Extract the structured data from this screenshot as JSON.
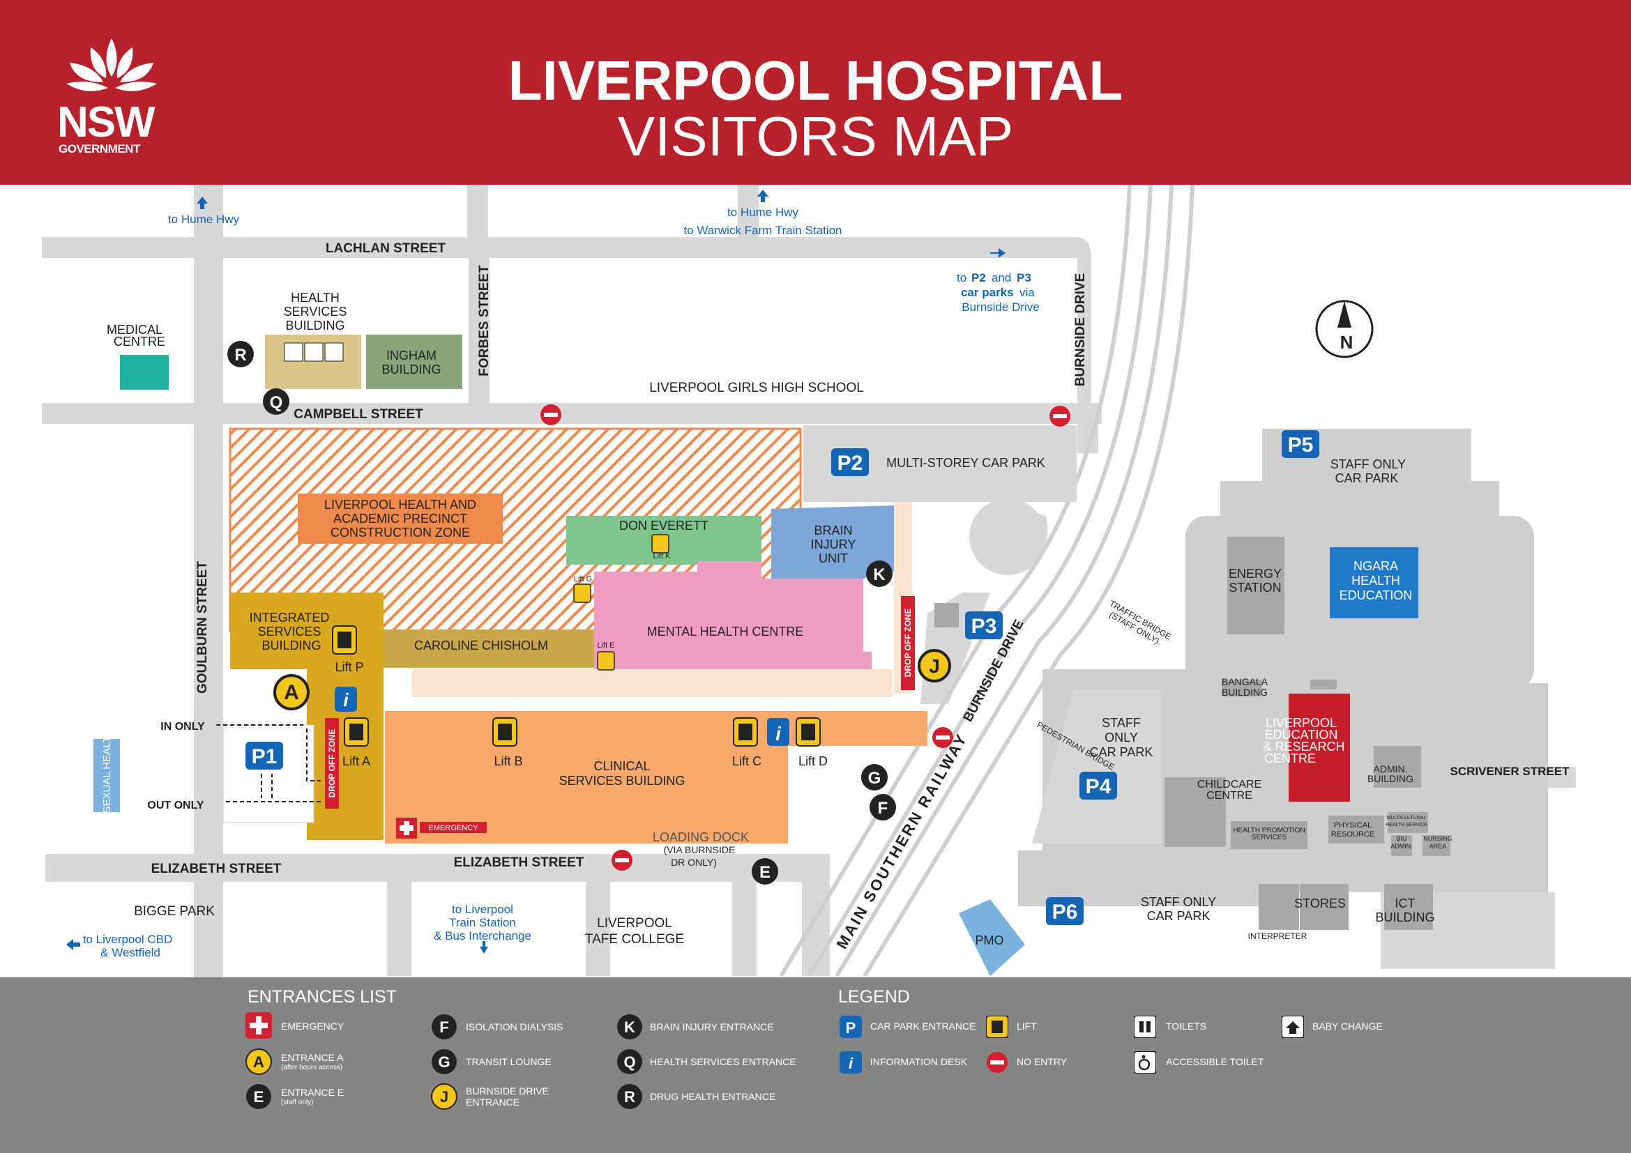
{
  "header": {
    "title_line1": "LIVERPOOL HOSPITAL",
    "title_line2": "VISITORS MAP",
    "logo_text": "NSW",
    "logo_sub": "GOVERNMENT",
    "bg_color": "#b8202a"
  },
  "directions": {
    "to_hume_hwy_left": "to Hume Hwy",
    "to_hume_hwy": "to Hume Hwy",
    "to_warwick": "to Warwick Farm Train Station",
    "to_p2p3_a": "to",
    "to_p2p3_b": "P2",
    "to_p2p3_c": "and",
    "to_p2p3_d": "P3",
    "to_p2p3_e": "car parks",
    "to_p2p3_f": "via",
    "to_p2p3_g": "Burnside Drive",
    "to_liverpool_pool_1": "to Liverpool",
    "to_liverpool_pool_2": "Train Station",
    "to_liverpool_pool_3": "& Bus Interchange",
    "to_cbd_1": "to Liverpool CBD",
    "to_cbd_2": "& Westfield"
  },
  "streets": {
    "lachlan": "LACHLAN STREET",
    "campbell": "CAMPBELL STREET",
    "forbes": "FORBES STREET",
    "goulburn": "GOULBURN STREET",
    "elizabeth_w": "ELIZABETH STREET",
    "elizabeth": "ELIZABETH STREET",
    "burnside": "BURNSIDE DRIVE",
    "burnside2": "BURNSIDE DRIVE",
    "scrivener": "SCRIVENER STREET",
    "railway": "MAIN SOUTHERN RAILWAY",
    "traffic_bridge": "TRAFFIC BRIDGE",
    "traffic_bridge_sub": "(STAFF ONLY)",
    "pedestrian_bridge": "PEDESTRIAN BRIDGE",
    "in_only": "IN ONLY",
    "out_only": "OUT ONLY"
  },
  "buildings": {
    "medical_centre_1": "MEDICAL",
    "medical_centre_2": "CENTRE",
    "health_services_1": "HEALTH",
    "health_services_2": "SERVICES",
    "health_services_3": "BUILDING",
    "ingham_1": "INGHAM",
    "ingham_2": "BUILDING",
    "girls_high": "LIVERPOOL GIRLS HIGH SCHOOL",
    "construction_1": "LIVERPOOL HEALTH AND",
    "construction_2": "ACADEMIC PRECINCT",
    "construction_3": "CONSTRUCTION ZONE",
    "don_everett": "DON  EVERETT",
    "brain_1": "BRAIN",
    "brain_2": "INJURY",
    "brain_3": "UNIT",
    "mental_health": "MENTAL HEALTH CENTRE",
    "integrated_1": "INTEGRATED",
    "integrated_2": "SERVICES",
    "integrated_3": "BUILDING",
    "caroline": "CAROLINE CHISHOLM",
    "clinical_1": "CLINICAL",
    "clinical_2": "SERVICES BUILDING",
    "loading_dock": "LOADING DOCK",
    "loading_dock_sub1": "(VIA BURNSIDE",
    "loading_dock_sub2": "DR ONLY)",
    "sexual_health": "SEXUAL HEALTH",
    "bigge_park": "BIGGE PARK",
    "tafe_1": "LIVERPOOL",
    "tafe_2": "TAFE COLLEGE",
    "multi_storey": "MULTI-STOREY CAR PARK",
    "staff_p5_1": "STAFF ONLY",
    "staff_p5_2": "CAR PARK",
    "energy_1": "ENERGY",
    "energy_2": "STATION",
    "ngara_1": "NGARA",
    "ngara_2": "HEALTH",
    "ngara_3": "EDUCATION",
    "bangala_1": "BANGALA",
    "bangala_2": "BUILDING",
    "staff_p4_1": "STAFF",
    "staff_p4_2": "ONLY",
    "staff_p4_3": "CAR PARK",
    "lerc_1": "LIVERPOOL",
    "lerc_2": "EDUCATION",
    "lerc_3": "& RESEARCH",
    "lerc_4": "CENTRE",
    "childcare_1": "CHILDCARE",
    "childcare_2": "CENTRE",
    "admin_1": "ADMIN.",
    "admin_2": "BUILDING",
    "health_promo_1": "HEALTH PROMOTION",
    "health_promo_2": "SERVICES",
    "physical_1": "PHYSICAL",
    "physical_2": "RESOURCE",
    "multicultural_1": "MULTICULTURAL",
    "multicultural_2": "HEALTH SERVICE",
    "biu_1": "BIU",
    "biu_2": "ADMIN.",
    "nursing_1": "NURSING",
    "nursing_2": "AREA",
    "staff_p6_1": "STAFF ONLY",
    "staff_p6_2": "CAR PARK",
    "stores": "STORES",
    "ict_1": "ICT",
    "ict_2": "BUILDING",
    "interpreter": "INTERPRETER",
    "pmo": "PMO",
    "drop_off": "DROP OFF ZONE",
    "emergency": "EMERGENCY"
  },
  "lifts": {
    "p": "Lift P",
    "a": "Lift A",
    "b": "Lift B",
    "c": "Lift C",
    "d": "Lift D",
    "k": "Lift K",
    "g": "Lift G",
    "e": "Lift E"
  },
  "carparks": {
    "p1": "P1",
    "p2": "P2",
    "p3": "P3",
    "p4": "P4",
    "p5": "P5",
    "p6": "P6"
  },
  "entrance_letters": {
    "a": "A",
    "e": "E",
    "f": "F",
    "g": "G",
    "j": "J",
    "k": "K",
    "q": "Q",
    "r": "R"
  },
  "compass": "N",
  "legend": {
    "entrances_title": "ENTRANCES LIST",
    "legend_title": "LEGEND",
    "emergency": "EMERGENCY",
    "entrance_a": "ENTRANCE A",
    "entrance_a_sub": "(after hours access)",
    "entrance_e": "ENTRANCE E",
    "entrance_e_sub": "(staff only)",
    "isolation": "ISOLATION DIALYSIS",
    "transit": "TRANSIT LOUNGE",
    "burnside_1": "BURNSIDE DRIVE",
    "burnside_2": "ENTRANCE",
    "brain": "BRAIN INJURY ENTRANCE",
    "health_services": "HEALTH SERVICES ENTRANCE",
    "drug_health": "DRUG HEALTH ENTRANCE",
    "car_park_entrance": "CAR PARK ENTRANCE",
    "information_desk": "INFORMATION DESK",
    "lift": "LIFT",
    "no_entry": "NO ENTRY",
    "toilets": "TOILETS",
    "accessible_toilet": "ACCESSIBLE TOILET",
    "baby_change": "BABY CHANGE",
    "letter_p": "P",
    "letter_i": "i"
  },
  "colors": {
    "road": "#d8d8d8",
    "campus_grey": "#bdbdbd",
    "construction": "#f08a4b",
    "clinical": "#f7a86b",
    "integrated": "#d9a81f",
    "caroline": "#c9a84c",
    "mental_health": "#f19cc3",
    "don_everett": "#7ec68f",
    "brain_injury": "#7ea6d8",
    "ingham": "#8aa57a",
    "health_services": "#d9c58a",
    "medical": "#22b3a0",
    "ngara": "#1f7ac9",
    "lerc": "#c41e2a",
    "carpark_blue": "#1565b5",
    "lift_yellow": "#f4c61c",
    "no_entry_red": "#d2202f",
    "footer_grey": "#858585"
  }
}
